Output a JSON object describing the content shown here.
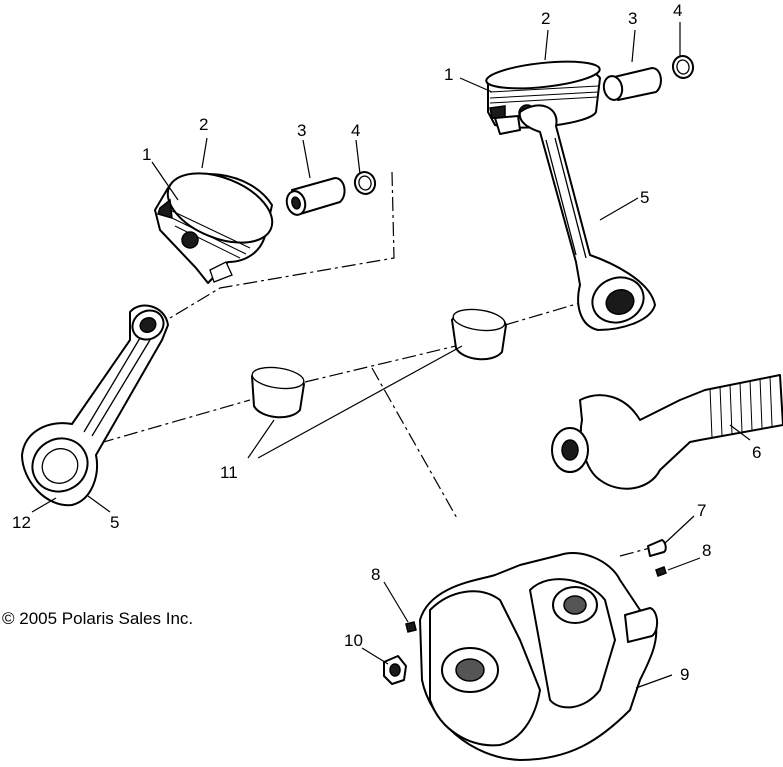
{
  "copyright": "© 2005 Polaris Sales Inc.",
  "callouts": {
    "c1a": "1",
    "c2a": "2",
    "c3a": "3",
    "c4a": "4",
    "c1b": "1",
    "c2b": "2",
    "c3b": "3",
    "c4b": "4",
    "c5a": "5",
    "c5b": "5",
    "c6": "6",
    "c7": "7",
    "c8a": "8",
    "c8b": "8",
    "c9": "9",
    "c10": "10",
    "c11": "11",
    "c12": "12"
  }
}
